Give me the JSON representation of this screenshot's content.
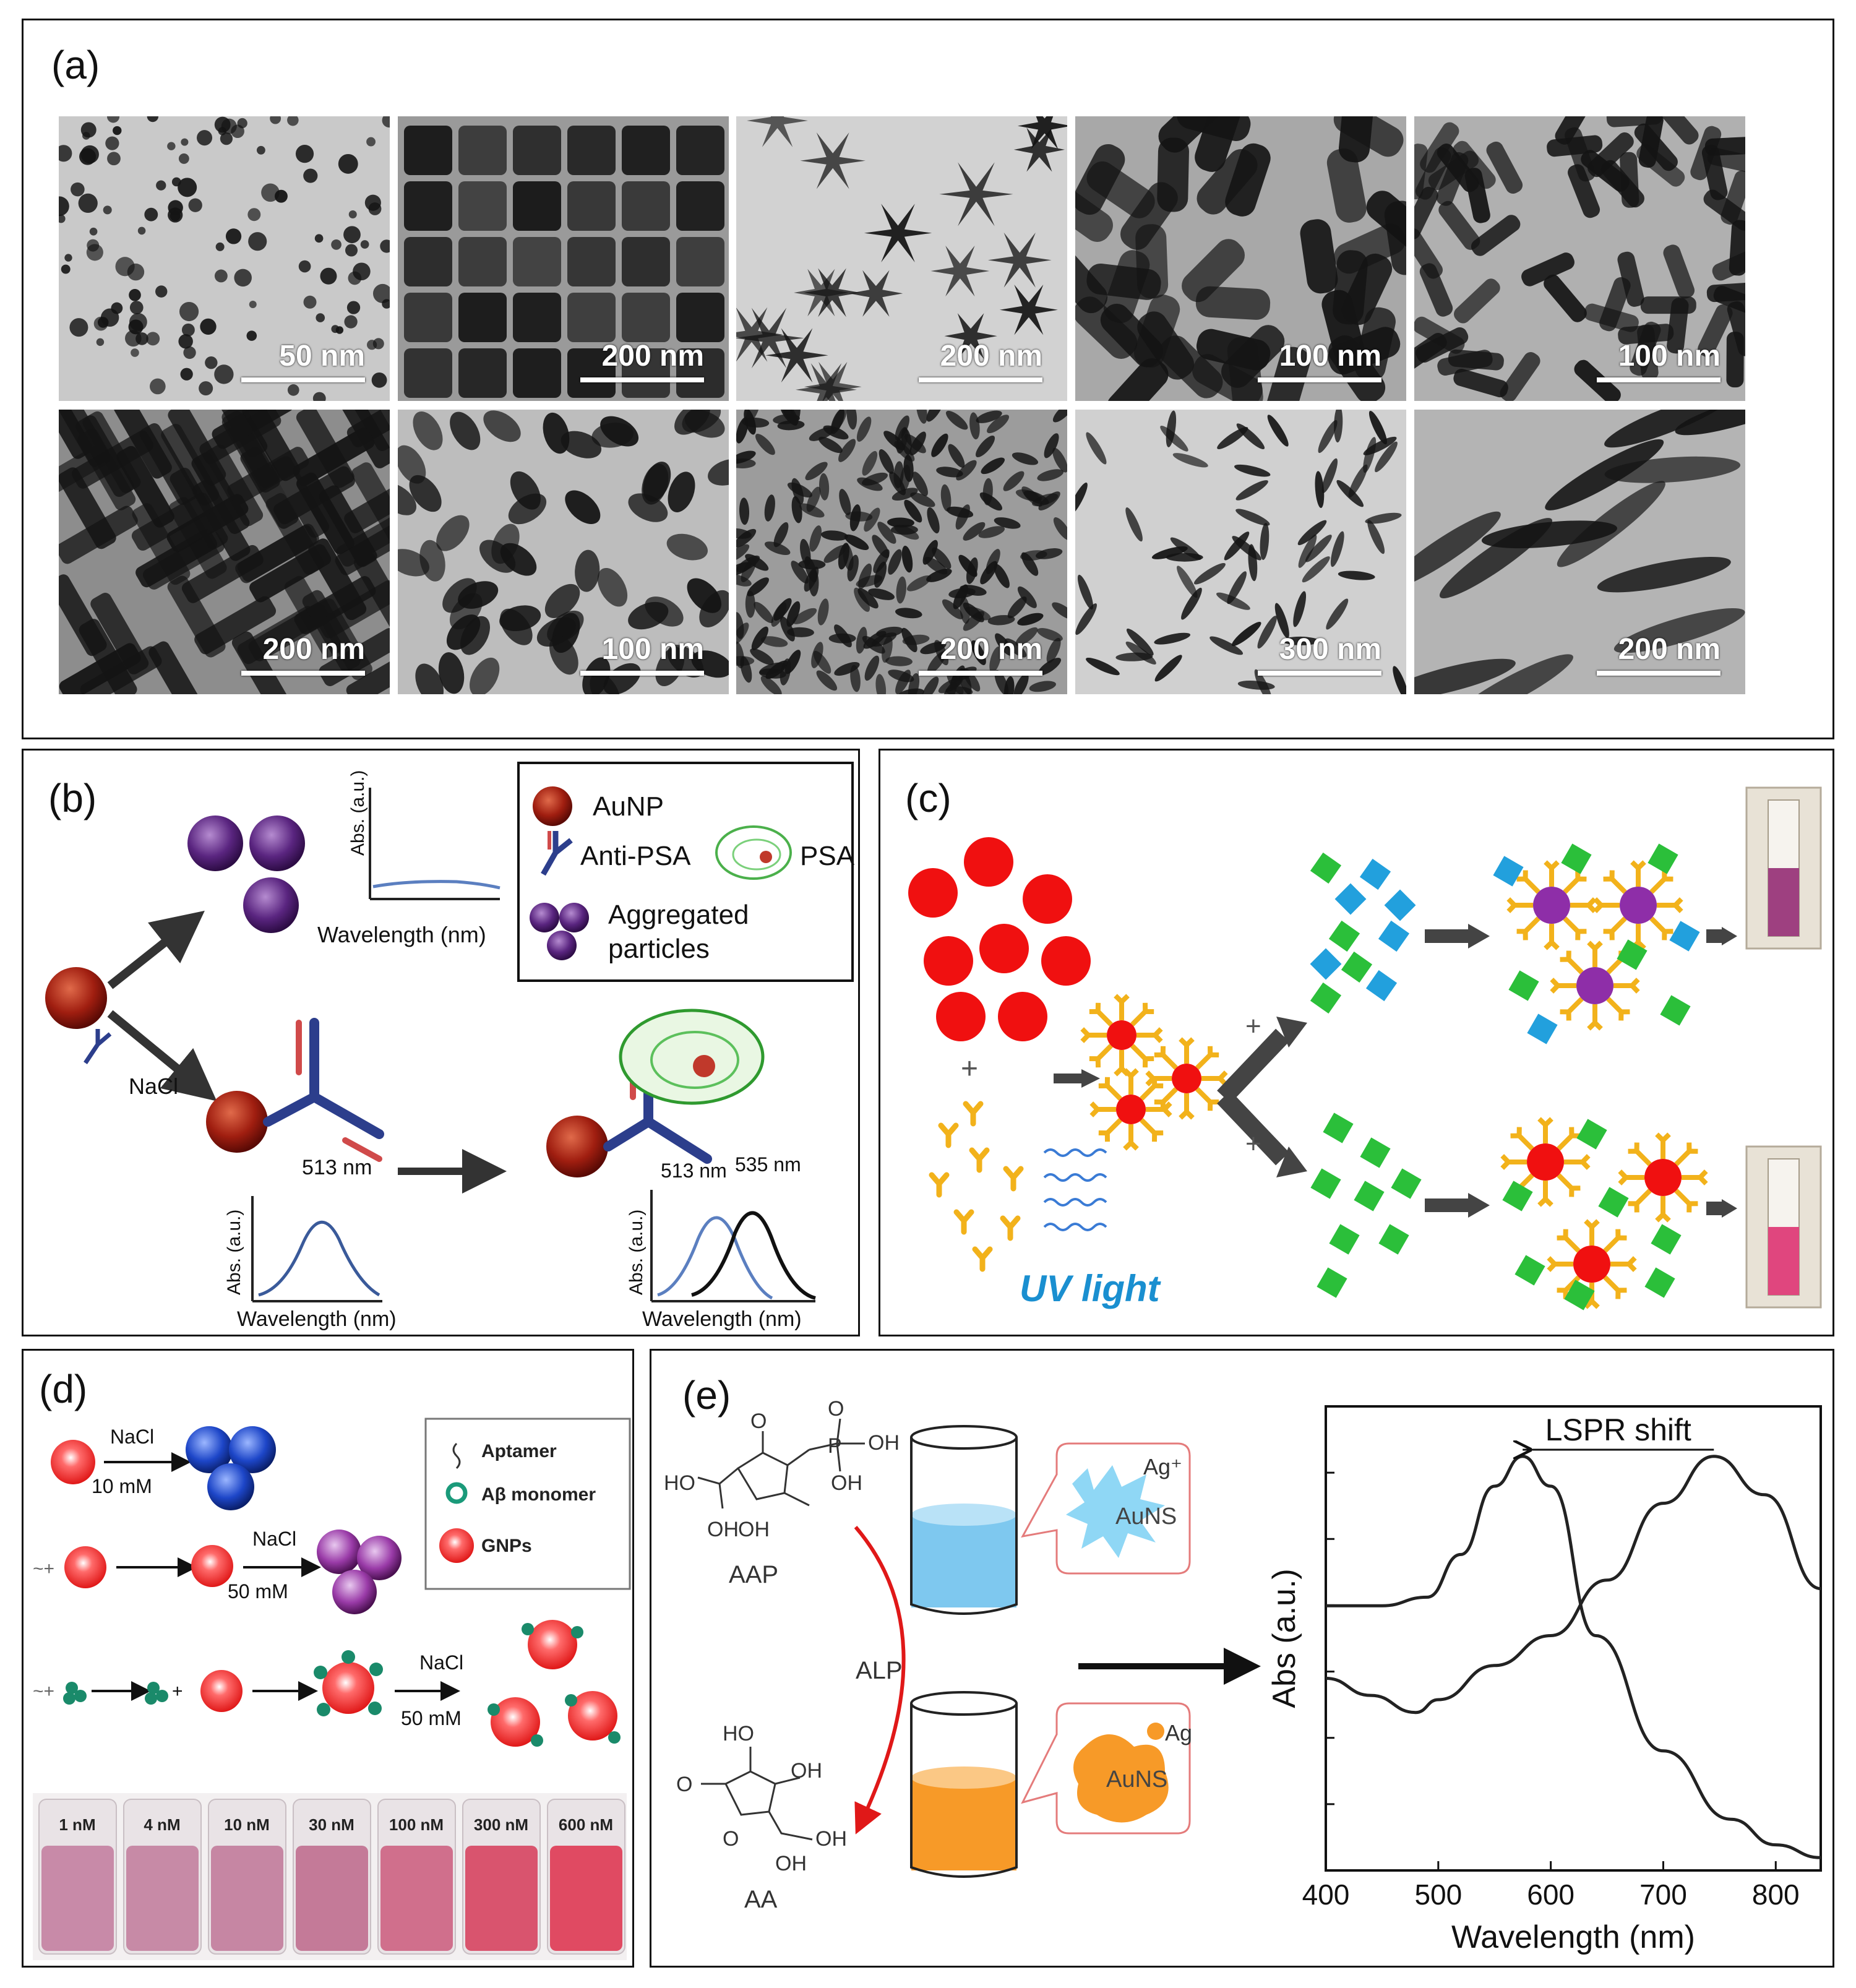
{
  "panel_a": {
    "label": "(a)",
    "images": [
      {
        "scale": "50 nm",
        "shape": "spheres",
        "tone": "#c9c9c9"
      },
      {
        "scale": "200 nm",
        "shape": "cubes",
        "tone": "#9a9a9a"
      },
      {
        "scale": "200 nm",
        "shape": "stars",
        "tone": "#d2d2d2"
      },
      {
        "scale": "100 nm",
        "shape": "rods-thick",
        "tone": "#a8a8a8"
      },
      {
        "scale": "100 nm",
        "shape": "rods-thin",
        "tone": "#b0b0b0"
      },
      {
        "scale": "200 nm",
        "shape": "rods-dense",
        "tone": "#8d8d8d"
      },
      {
        "scale": "100 nm",
        "shape": "bipyramids",
        "tone": "#bdbdbd"
      },
      {
        "scale": "200 nm",
        "shape": "small-rods",
        "tone": "#9c9c9c"
      },
      {
        "scale": "300 nm",
        "shape": "spindles",
        "tone": "#d0d0d0"
      },
      {
        "scale": "200 nm",
        "shape": "large-spindles",
        "tone": "#b4b4b4"
      }
    ]
  },
  "panel_b": {
    "label": "(b)",
    "legend": {
      "aunp": "AuNP",
      "anti_psa": "Anti-PSA",
      "psa": "PSA",
      "aggregated_line1": "Aggregated",
      "aggregated_line2": "particles"
    },
    "nacl": "NaCl",
    "abs_label": "Abs. (a.u.)",
    "wavelength_label": "Wavelength (nm)",
    "peak_513": "513 nm",
    "peak_513b": "513 nm",
    "peak_535": "535 nm"
  },
  "panel_c": {
    "label": "(c)",
    "uv_light": "UV light",
    "plus": "+"
  },
  "panel_d": {
    "label": "(d)",
    "legend": {
      "aptamer": "Aptamer",
      "abeta": "Aβ monomer",
      "gnps": "GNPs"
    },
    "nacl": "NaCl",
    "conc_10": "10 mM",
    "conc_50a": "50 mM",
    "conc_50b": "50 mM",
    "vials": [
      "1 nM",
      "4 nM",
      "10 nM",
      "30 nM",
      "100 nM",
      "300 nM",
      "600 nM"
    ]
  },
  "panel_e": {
    "label": "(e)",
    "aap": "AAP",
    "aa": "AA",
    "alp": "ALP",
    "ag_plus": "Ag⁺",
    "ag": "Ag",
    "auns_top": "AuNS",
    "auns_bottom": "AuNS",
    "ho": "HO",
    "oh": "OH",
    "p": "P",
    "o": "O",
    "lspr": "LSPR  shift",
    "chart_data": {
      "type": "line",
      "xlabel": "Wavelength (nm)",
      "ylabel": "Abs (a.u.)",
      "xlim": [
        400,
        840
      ],
      "x_ticks": [
        400,
        500,
        600,
        700,
        800
      ],
      "series": [
        {
          "x": [
            400,
            450,
            490,
            520,
            550,
            575,
            600,
            640,
            700,
            760,
            800,
            840
          ],
          "y": [
            0.62,
            0.62,
            0.64,
            0.74,
            0.9,
            0.97,
            0.9,
            0.55,
            0.28,
            0.12,
            0.06,
            0.03
          ]
        },
        {
          "x": [
            400,
            440,
            480,
            500,
            550,
            600,
            650,
            700,
            745,
            790,
            840
          ],
          "y": [
            0.45,
            0.41,
            0.37,
            0.4,
            0.48,
            0.55,
            0.68,
            0.86,
            0.97,
            0.88,
            0.66
          ]
        }
      ]
    }
  }
}
